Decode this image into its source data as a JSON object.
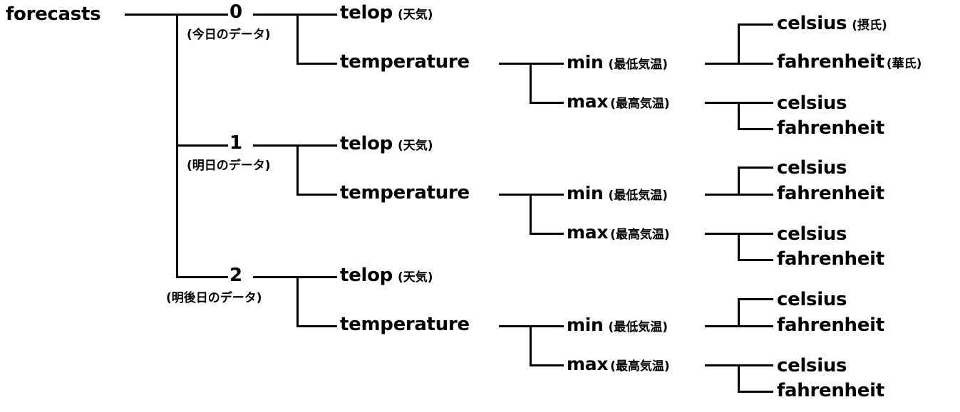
{
  "diagram": {
    "type": "tree",
    "title": "forecasts",
    "root": {
      "label": "forecasts"
    },
    "forecast_days": [
      {
        "index": "0",
        "note": "(今日のデータ)",
        "children": [
          {
            "label": "telop",
            "note": "(天気)"
          },
          {
            "label": "temperature",
            "children": [
              {
                "label": "min",
                "note": "(最低気温)",
                "children": [
                  {
                    "label": "celsius",
                    "note": "(摂氏)"
                  },
                  {
                    "label": "fahrenheit",
                    "note": "(華氏)"
                  }
                ]
              },
              {
                "label": "max",
                "note": "(最高気温)",
                "children": [
                  {
                    "label": "celsius",
                    "note": ""
                  },
                  {
                    "label": "fahrenheit",
                    "note": ""
                  }
                ]
              }
            ]
          }
        ]
      },
      {
        "index": "1",
        "note": "(明日のデータ)",
        "children": [
          {
            "label": "telop",
            "note": "(天気)"
          },
          {
            "label": "temperature",
            "children": [
              {
                "label": "min",
                "note": "(最低気温)",
                "children": [
                  {
                    "label": "celsius",
                    "note": ""
                  },
                  {
                    "label": "fahrenheit",
                    "note": ""
                  }
                ]
              },
              {
                "label": "max",
                "note": "(最高気温)",
                "children": [
                  {
                    "label": "celsius",
                    "note": ""
                  },
                  {
                    "label": "fahrenheit",
                    "note": ""
                  }
                ]
              }
            ]
          }
        ]
      },
      {
        "index": "2",
        "note": "(明後日のデータ)",
        "children": [
          {
            "label": "telop",
            "note": "(天気)"
          },
          {
            "label": "temperature",
            "children": [
              {
                "label": "min",
                "note": "(最低気温)",
                "children": [
                  {
                    "label": "celsius",
                    "note": ""
                  },
                  {
                    "label": "fahrenheit",
                    "note": ""
                  }
                ]
              },
              {
                "label": "max",
                "note": "(最高気温)",
                "children": [
                  {
                    "label": "celsius",
                    "note": ""
                  },
                  {
                    "label": "fahrenheit",
                    "note": ""
                  }
                ]
              }
            ]
          }
        ]
      }
    ],
    "colors": {
      "background": "#ffffff",
      "line": "#000000",
      "text": "#000000"
    }
  }
}
